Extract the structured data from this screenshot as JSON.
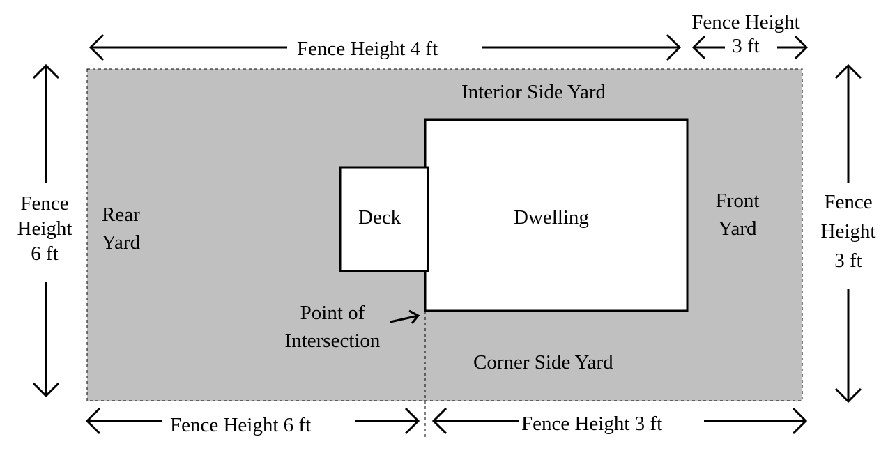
{
  "labels": {
    "top_left_fence": "Fence Height 4 ft",
    "top_right_fence_line1": "Fence Height",
    "top_right_fence_line2": "3 ft",
    "left_fence_line1": "Fence",
    "left_fence_line2": "Height",
    "left_fence_line3": "6 ft",
    "right_fence_line1": "Fence",
    "right_fence_line2": "Height",
    "right_fence_line3": "3 ft",
    "bottom_left_fence": "Fence Height 6 ft",
    "bottom_right_fence": "Fence Height 3 ft",
    "interior_side_yard": "Interior Side Yard",
    "corner_side_yard": "Corner Side Yard",
    "rear_yard_line1": "Rear",
    "rear_yard_line2": "Yard",
    "front_yard_line1": "Front",
    "front_yard_line2": "Yard",
    "deck": "Deck",
    "dwelling": "Dwelling",
    "point_line1": "Point of",
    "point_line2": "Intersection"
  },
  "colors": {
    "yard_fill": "#c0c0c0",
    "structure_fill": "#ffffff",
    "line": "#000000"
  }
}
